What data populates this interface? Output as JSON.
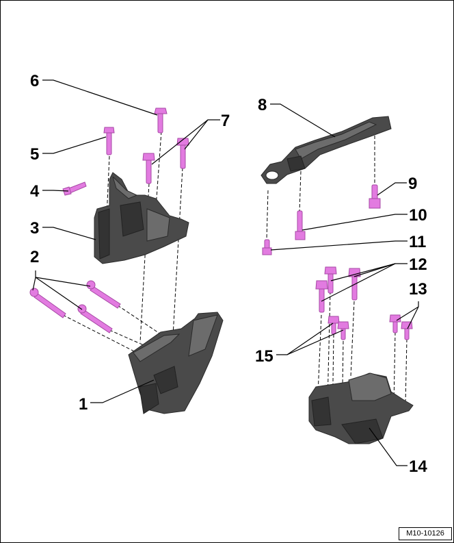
{
  "callouts": {
    "c1": "1",
    "c2": "2",
    "c3": "3",
    "c4": "4",
    "c5": "5",
    "c6": "6",
    "c7": "7",
    "c8": "8",
    "c9": "9",
    "c10": "10",
    "c11": "11",
    "c12": "12",
    "c13": "13",
    "c14": "14",
    "c15": "15"
  },
  "reference_code": "M10-10126",
  "colors": {
    "bolt": "#e27be0",
    "part": "#4a4a4a",
    "outline": "#000000"
  }
}
